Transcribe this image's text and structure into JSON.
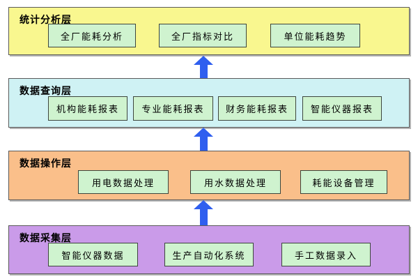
{
  "layers": [
    {
      "title": "统计分析层",
      "bg": "#f9f78f",
      "boxes": [
        "全厂能耗分析",
        "全厂指标对比",
        "单位能耗趋势"
      ]
    },
    {
      "title": "数据查询层",
      "bg": "#cff2f4",
      "boxes": [
        "机构能耗报表",
        "专业能耗报表",
        "财务能耗报表",
        "智能仪器报表"
      ]
    },
    {
      "title": "数据操作层",
      "bg": "#fabf8a",
      "boxes": [
        "用电数据处理",
        "用水数据处理",
        "耗能设备管理"
      ]
    },
    {
      "title": "数据采集层",
      "bg": "#ca9be9",
      "boxes": [
        "智能仪器数据",
        "生产自动化系统",
        "手工数据录入"
      ]
    }
  ],
  "colors": {
    "layer_statistics_bg": "#f9f78f",
    "layer_query_bg": "#cff2f4",
    "layer_operation_bg": "#fabf8a",
    "layer_collection_bg": "#ca9be9",
    "node_bg": "#cff3cf",
    "node_border": "#3d453d",
    "layer_border": "#5a5a5a",
    "arrow": "#2f5fef"
  }
}
